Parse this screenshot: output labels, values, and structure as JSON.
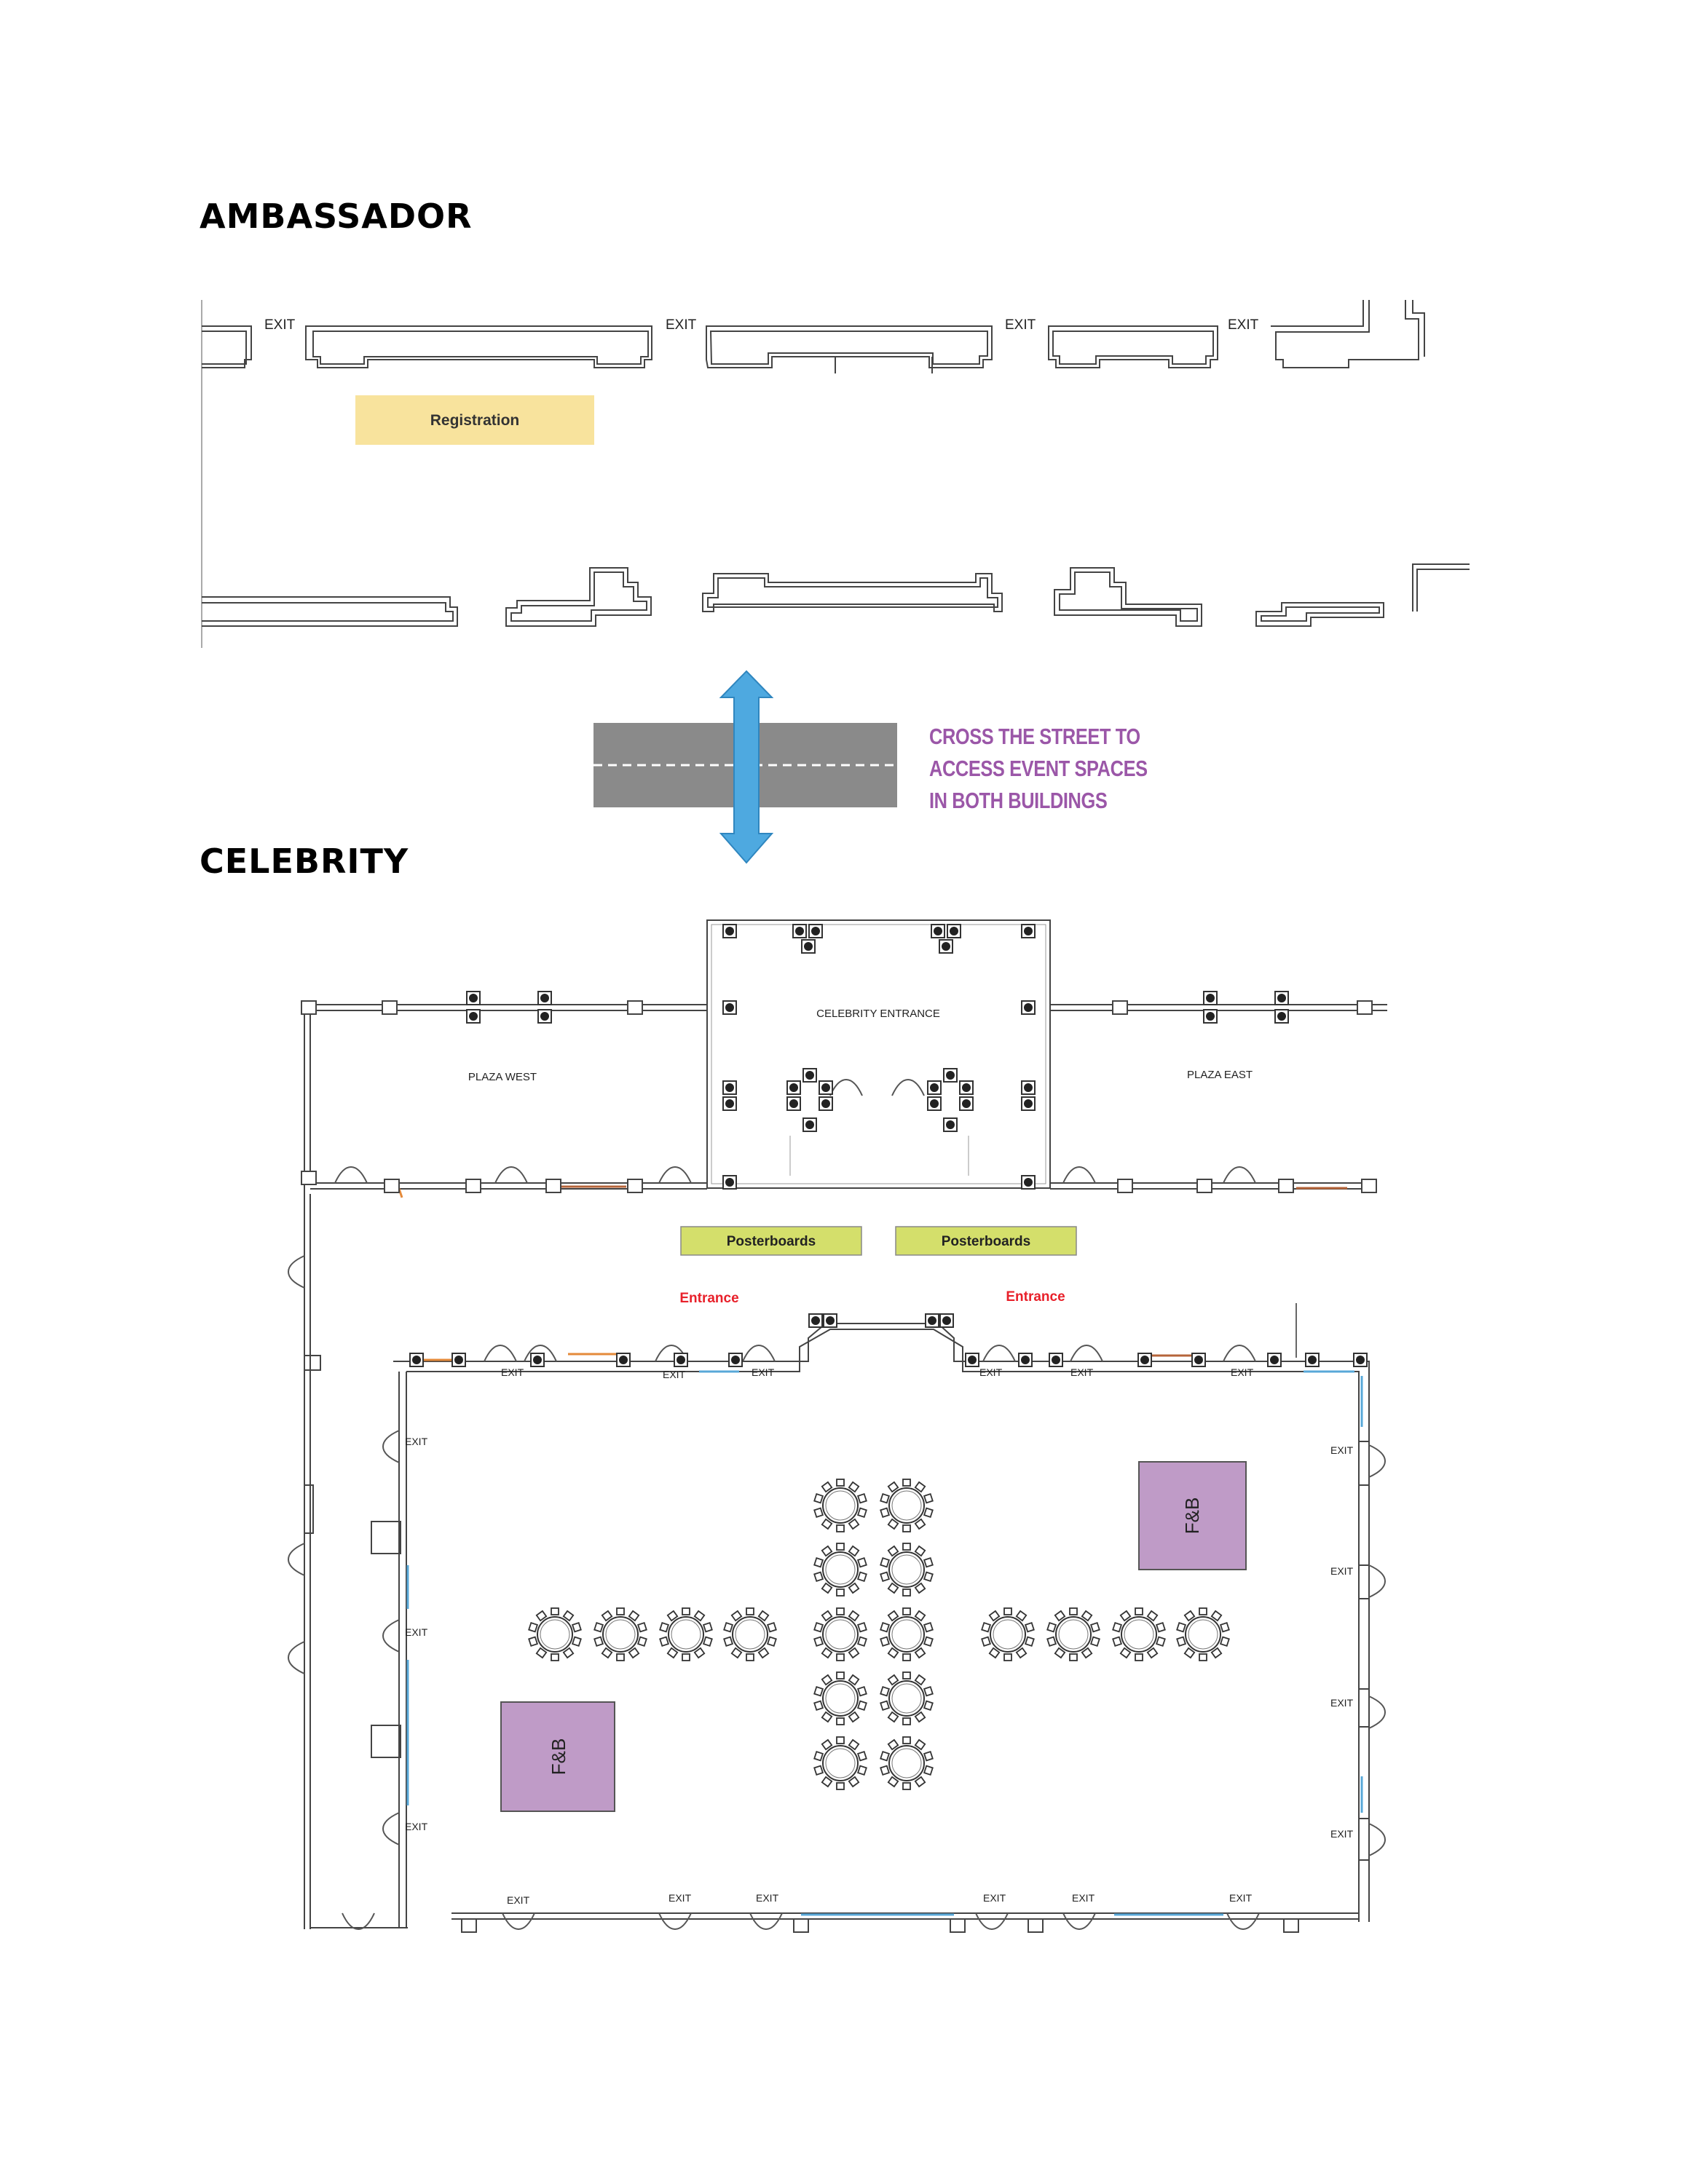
{
  "headings": {
    "ambassador": "AMBASSADOR",
    "celebrity": "CELEBRITY"
  },
  "ambassador_plan": {
    "exit_label": "EXIT",
    "registration": "Registration"
  },
  "crossing": {
    "line1": "CROSS THE STREET TO",
    "line2": "ACCESS EVENT SPACES",
    "line3": "IN BOTH BUILDINGS"
  },
  "celebrity_plan": {
    "celebrity_entrance": "CELEBRITY ENTRANCE",
    "plaza_west": "PLAZA WEST",
    "plaza_east": "PLAZA EAST",
    "posterboards": "Posterboards",
    "entrance": "Entrance",
    "exit_label": "EXIT",
    "fb": "F&B"
  },
  "colors": {
    "registration_fill": "#f8e39d",
    "posterboards_fill": "#d4df6b",
    "fb_fill": "#bf9bc7",
    "entrance_text": "#e8202a",
    "arrow": "#4ea9e0",
    "road": "#8a8a8a",
    "cross_text": "#9b57a8"
  }
}
